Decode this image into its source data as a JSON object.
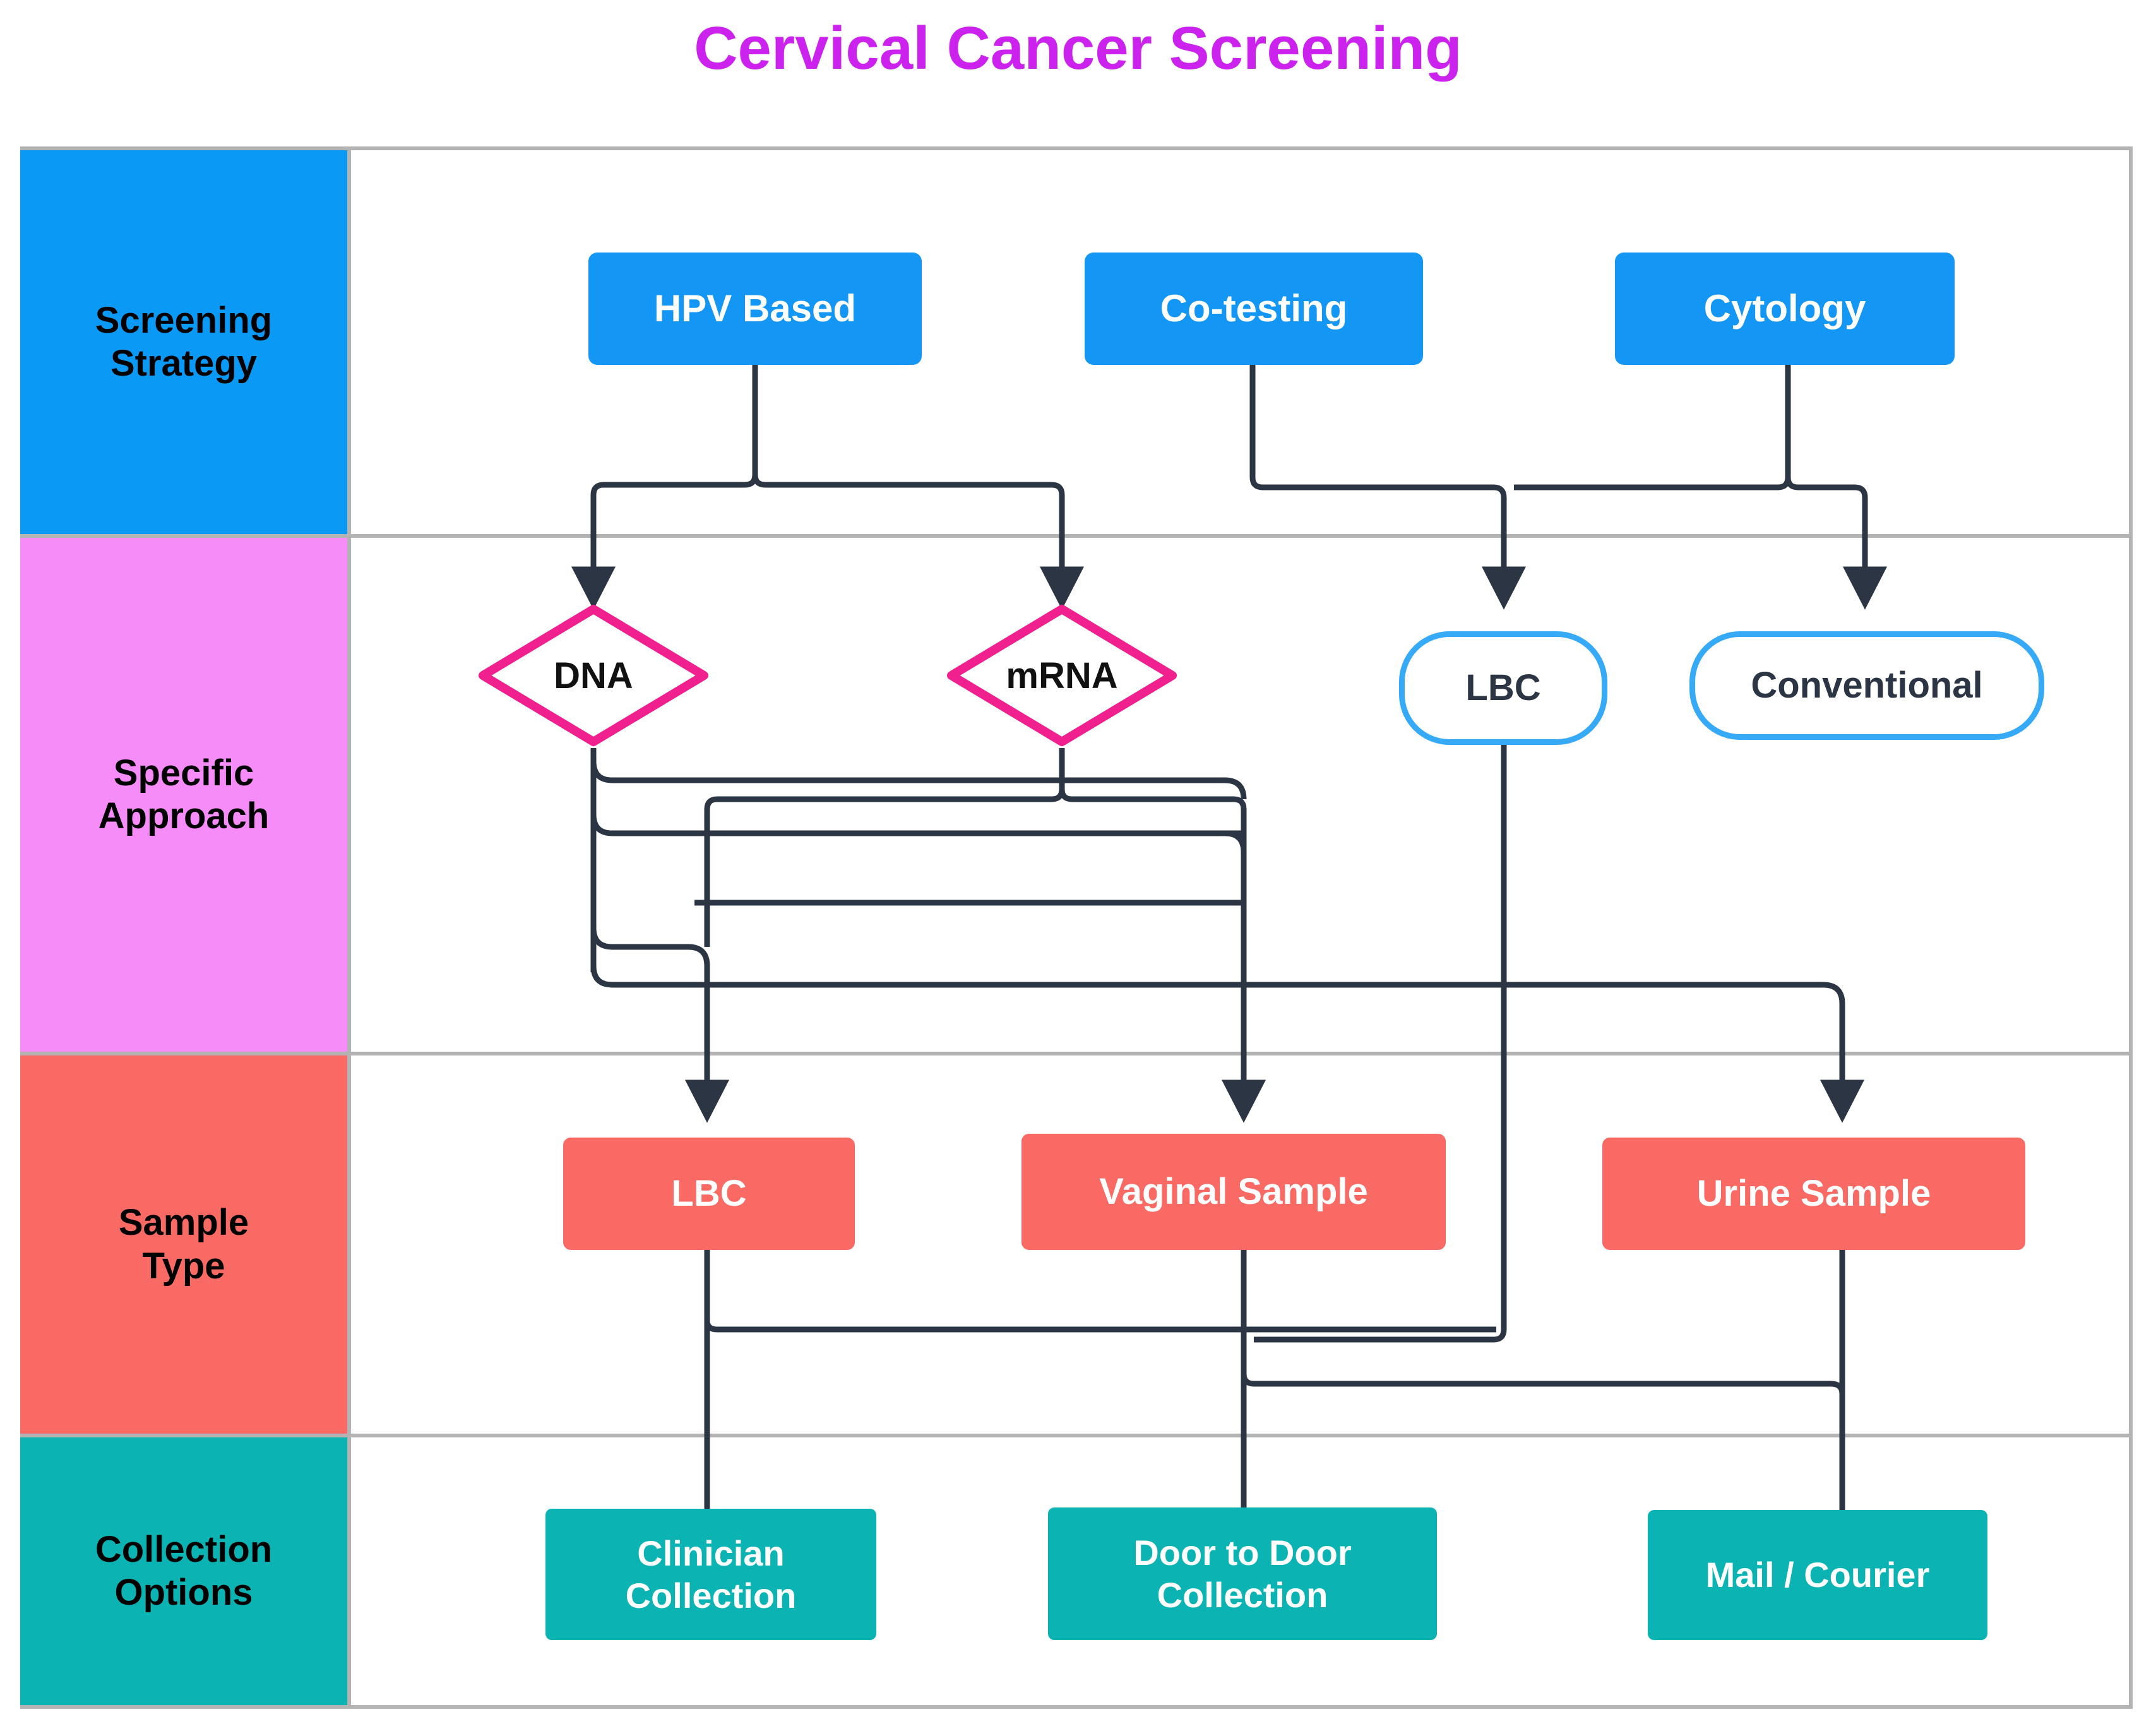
{
  "title": "Cervical Cancer Screening",
  "colors": {
    "title": "#cc22ee",
    "strategy_fill": "#1496f5",
    "strategy_lane": "#0a9af5",
    "approach_lane": "#f58cf8",
    "sample_fill": "#fa6a64",
    "sample_lane": "#fa6a64",
    "collection_fill": "#0bb3b3",
    "collection_lane": "#0bb3b3",
    "diamond_stroke": "#f0218e",
    "stadium_stroke": "#36a9f7",
    "edge": "#2b3543",
    "lane_border": "#b3b3b3"
  },
  "lanes": [
    {
      "id": "screening-strategy",
      "label": "Screening\nStrategy",
      "fill": "#0a9af5"
    },
    {
      "id": "specific-approach",
      "label": "Specific\nApproach",
      "fill": "#f58cf8"
    },
    {
      "id": "sample-type",
      "label": "Sample\nType",
      "fill": "#fa6a64"
    },
    {
      "id": "collection-options",
      "label": "Collection\nOptions",
      "fill": "#0bb3b3"
    }
  ],
  "nodes": {
    "hpv_based": {
      "label": "HPV Based",
      "shape": "rounded-rect",
      "lane": "screening-strategy"
    },
    "co_testing": {
      "label": "Co-testing",
      "shape": "rounded-rect",
      "lane": "screening-strategy"
    },
    "cytology": {
      "label": "Cytology",
      "shape": "rounded-rect",
      "lane": "screening-strategy"
    },
    "dna": {
      "label": "DNA",
      "shape": "diamond",
      "lane": "specific-approach"
    },
    "mrna": {
      "label": "mRNA",
      "shape": "diamond",
      "lane": "specific-approach"
    },
    "lbc_approach": {
      "label": "LBC",
      "shape": "stadium",
      "lane": "specific-approach"
    },
    "conventional": {
      "label": "Conventional",
      "shape": "stadium",
      "lane": "specific-approach"
    },
    "lbc_sample": {
      "label": "LBC",
      "shape": "rect",
      "lane": "sample-type"
    },
    "vaginal": {
      "label": "Vaginal Sample",
      "shape": "rect",
      "lane": "sample-type"
    },
    "urine": {
      "label": "Urine Sample",
      "shape": "rect",
      "lane": "sample-type"
    },
    "clinician": {
      "label": "Clinician\nCollection",
      "shape": "rect",
      "lane": "collection-options"
    },
    "door": {
      "label": "Door to Door\nCollection",
      "shape": "rect",
      "lane": "collection-options"
    },
    "mail": {
      "label": "Mail / Courier",
      "shape": "rect",
      "lane": "collection-options"
    }
  },
  "edges": [
    {
      "from": "hpv_based",
      "to": "dna"
    },
    {
      "from": "hpv_based",
      "to": "mrna"
    },
    {
      "from": "co_testing",
      "to": "lbc_approach"
    },
    {
      "from": "cytology",
      "to": "lbc_approach"
    },
    {
      "from": "cytology",
      "to": "conventional"
    },
    {
      "from": "dna",
      "to": "lbc_sample"
    },
    {
      "from": "dna",
      "to": "vaginal"
    },
    {
      "from": "dna",
      "to": "urine"
    },
    {
      "from": "mrna",
      "to": "lbc_sample"
    },
    {
      "from": "mrna",
      "to": "vaginal"
    },
    {
      "from": "mrna",
      "to": "urine"
    },
    {
      "from": "lbc_approach",
      "to": "door"
    },
    {
      "from": "lbc_sample",
      "to": "clinician"
    },
    {
      "from": "vaginal",
      "to": "door"
    },
    {
      "from": "urine",
      "to": "mail"
    },
    {
      "from": "vaginal",
      "to": "mail"
    },
    {
      "from": "lbc_sample",
      "to": "door"
    }
  ]
}
